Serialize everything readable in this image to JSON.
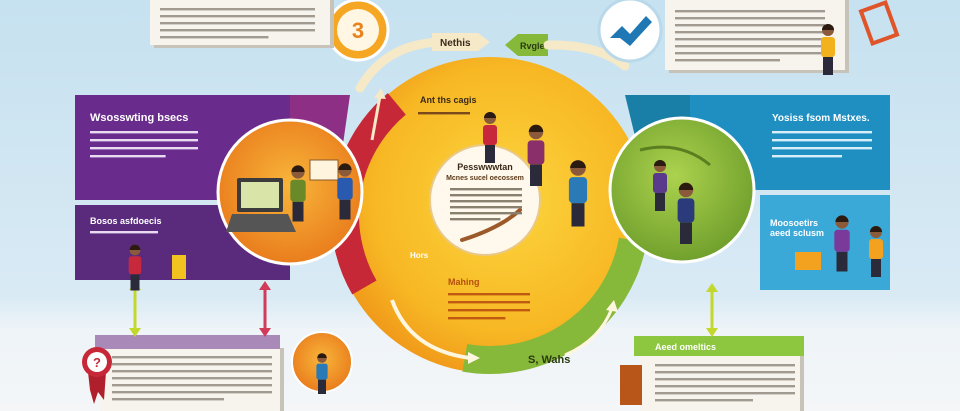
{
  "badges": {
    "step_number": "3"
  },
  "arrows": {
    "top_label": "Nethis",
    "top_tip_label": "Rvgle",
    "mid_label": "Hors",
    "bottom_label": "S, Wahs"
  },
  "left_panel": {
    "heading": "Wsosswting bsecs",
    "subheading": "Bosos asfdoecis"
  },
  "center": {
    "top_label": "Ant ths cagis",
    "title": "Pesswwwtan",
    "subtitle": "Mcnes sucel oecossem",
    "bottom_label": "Mahing"
  },
  "right_panel": {
    "heading": "Yosiss fsom Mstxes.",
    "subheading_1": "Moosoetirs",
    "subheading_2": "aeed sclusm"
  },
  "bottom_right_box": {
    "heading": "Aeed omeltics"
  },
  "icons": [
    "check-icon",
    "question-icon",
    "laptop-icon"
  ],
  "colors": {
    "purple": "#6a2c8c",
    "blue": "#1f8fc2",
    "yellow": "#f7c12b",
    "orange": "#f0901e",
    "green": "#86b83a",
    "red": "#c62838"
  }
}
